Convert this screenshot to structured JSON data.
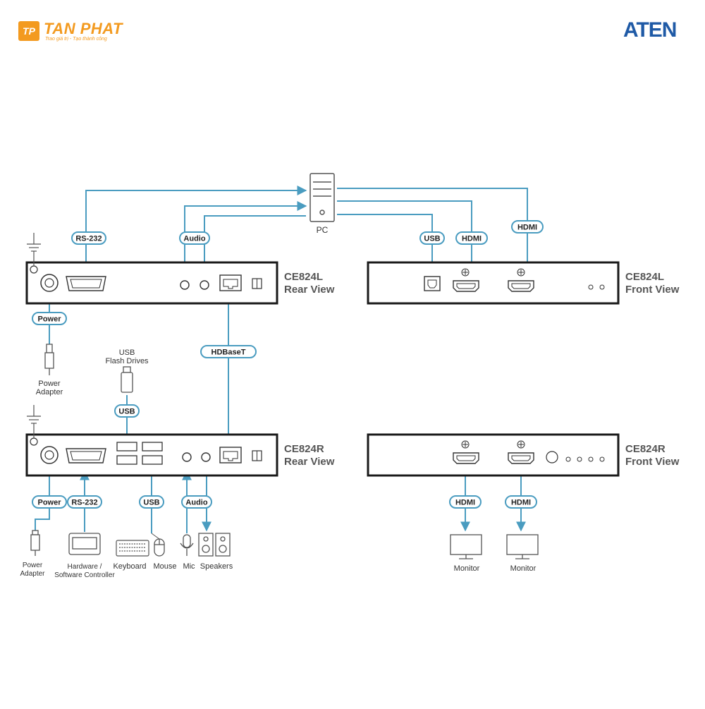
{
  "brand_left": {
    "name": "TAN PHAT",
    "slogan": "Trao giá trị - Tạo thành công",
    "mark": "TP"
  },
  "brand_right": {
    "name": "ATEN"
  },
  "pc_label": "PC",
  "units": {
    "l_rear": {
      "model": "CE824L",
      "view": "Rear View"
    },
    "l_front": {
      "model": "CE824L",
      "view": "Front View"
    },
    "r_rear": {
      "model": "CE824R",
      "view": "Rear View"
    },
    "r_front": {
      "model": "CE824R",
      "view": "Front View"
    }
  },
  "tags": {
    "rs232_top": "RS-232",
    "audio_top": "Audio",
    "usb_top": "USB",
    "hdmi_top_1": "HDMI",
    "hdmi_top_2": "HDMI",
    "power_top": "Power",
    "hdbaset": "HDBaseT",
    "usb_flash": "USB",
    "power_bottom": "Power",
    "rs232_bottom": "RS-232",
    "usb_bottom": "USB",
    "audio_bottom": "Audio",
    "hdmi_bottom_1": "HDMI",
    "hdmi_bottom_2": "HDMI"
  },
  "devices": {
    "power_adapter_top": [
      "Power",
      "Adapter"
    ],
    "usb_flash_drives": [
      "USB",
      "Flash Drives"
    ],
    "power_adapter_bottom": [
      "Power",
      "Adapter"
    ],
    "controller": [
      "Hardware /",
      "Software Controller"
    ],
    "keyboard": "Keyboard",
    "mouse": "Mouse",
    "mic": "Mic",
    "speakers": "Speakers",
    "monitor_1": "Monitor",
    "monitor_2": "Monitor"
  },
  "colors": {
    "cable": "#4a9cc0",
    "unit_border": "#1a1a1a",
    "tag_border": "#4a9cc0",
    "text": "#333333"
  }
}
